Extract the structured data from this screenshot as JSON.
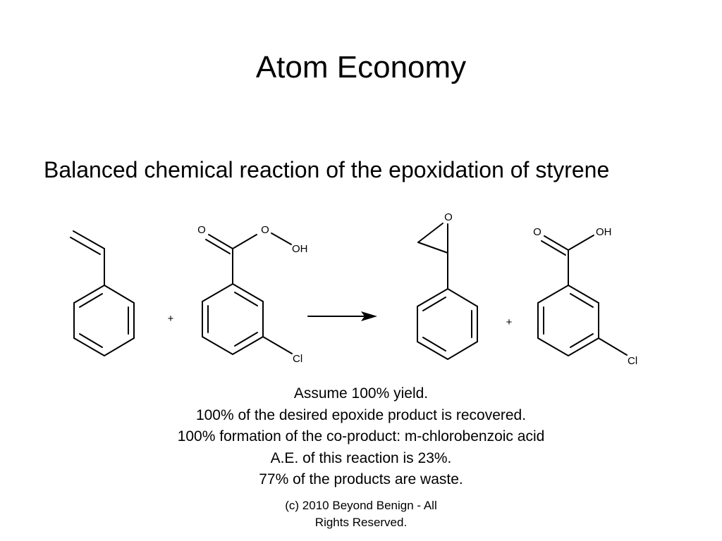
{
  "slide": {
    "title": "Atom Economy",
    "subtitle": "Balanced chemical reaction of the epoxidation of styrene"
  },
  "reaction": {
    "plus_sign": "+",
    "reagent_labels": {
      "carbonyl_o": "O",
      "peroxy_o": "O",
      "hydroxyl": "OH",
      "chloro": "Cl"
    },
    "product_labels": {
      "epoxide_o": "O",
      "carbonyl_o": "O",
      "hydroxyl": "OH",
      "chloro": "Cl"
    }
  },
  "notes": [
    "Assume 100% yield.",
    "100% of the desired epoxide product is recovered.",
    "100% formation of the co-product: m-chlorobenzoic acid",
    "A.E. of this reaction is 23%.",
    "77% of the products are waste."
  ],
  "footer": {
    "line1": "(c) 2010 Beyond Benign - All",
    "line2": "Rights Reserved."
  }
}
